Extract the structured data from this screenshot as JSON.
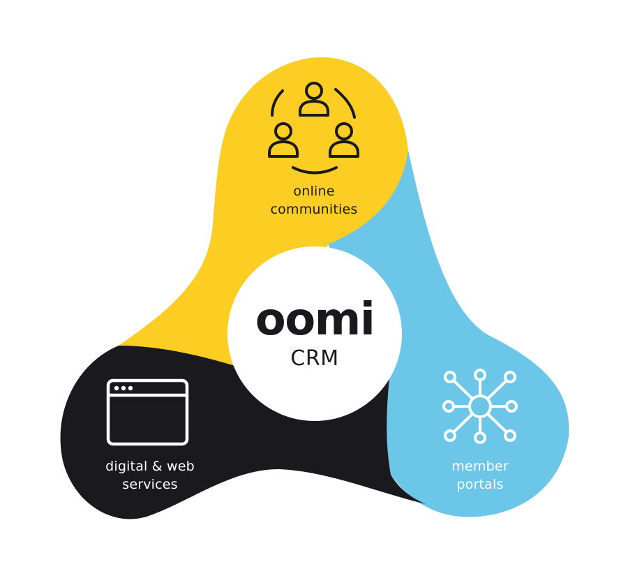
{
  "center": {
    "brand": "oomi",
    "product": "CRM"
  },
  "segments": [
    {
      "id": "online-communities",
      "line1": "online",
      "line2": "communities",
      "icon": "community-people-icon",
      "color": "#fccd22"
    },
    {
      "id": "digital-web-services",
      "line1": "digital & web",
      "line2": "services",
      "icon": "browser-window-icon",
      "color": "#1a1a1e"
    },
    {
      "id": "member-portals",
      "line1": "member",
      "line2": "portals",
      "icon": "network-hub-icon",
      "color": "#6cc6e8"
    }
  ],
  "colors": {
    "center_fill": "#ffffff",
    "text_dark": "#1a1a1e",
    "text_light": "#ffffff"
  }
}
